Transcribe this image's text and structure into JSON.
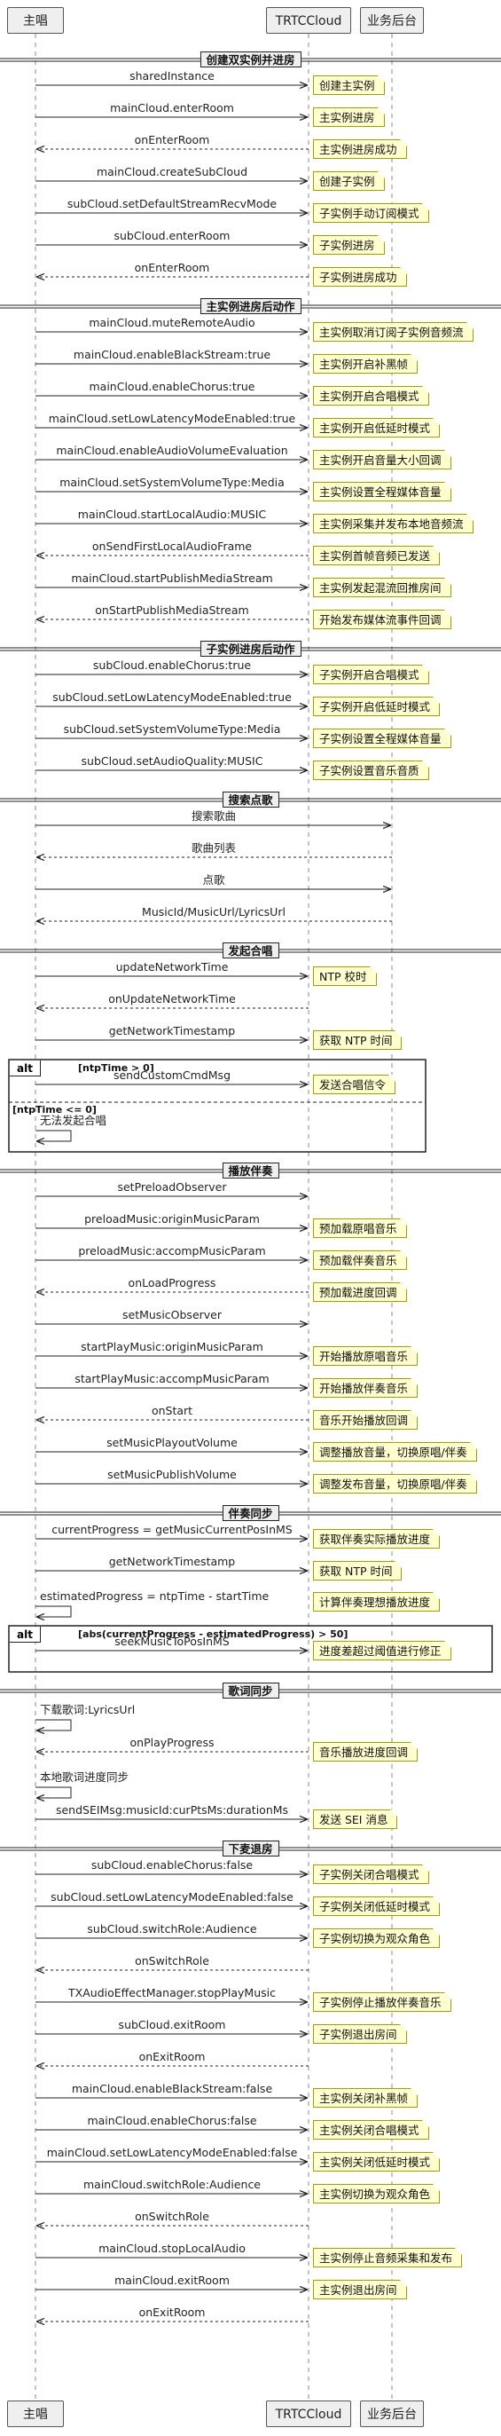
{
  "participants": [
    {
      "id": "main",
      "label": "主唱"
    },
    {
      "id": "trtc",
      "label": "TRTCCloud"
    },
    {
      "id": "biz",
      "label": "业务后台"
    }
  ],
  "sections": [
    {
      "title": "创建双实例并进房",
      "events": [
        {
          "t": "msg",
          "from": "main",
          "to": "trtc",
          "label": "sharedInstance",
          "note": "创建主实例"
        },
        {
          "t": "msg",
          "from": "main",
          "to": "trtc",
          "label": "mainCloud.enterRoom",
          "note": "主实例进房"
        },
        {
          "t": "msg",
          "from": "trtc",
          "to": "main",
          "dashed": true,
          "label": "onEnterRoom",
          "note": "主实例进房成功"
        },
        {
          "t": "msg",
          "from": "main",
          "to": "trtc",
          "label": "mainCloud.createSubCloud",
          "note": "创建子实例"
        },
        {
          "t": "msg",
          "from": "main",
          "to": "trtc",
          "label": "subCloud.setDefaultStreamRecvMode",
          "note": "子实例手动订阅模式"
        },
        {
          "t": "msg",
          "from": "main",
          "to": "trtc",
          "label": "subCloud.enterRoom",
          "note": "子实例进房"
        },
        {
          "t": "msg",
          "from": "trtc",
          "to": "main",
          "dashed": true,
          "label": "onEnterRoom",
          "note": "子实例进房成功"
        }
      ]
    },
    {
      "title": "主实例进房后动作",
      "events": [
        {
          "t": "msg",
          "from": "main",
          "to": "trtc",
          "label": "mainCloud.muteRemoteAudio",
          "note": "主实例取消订阅子实例音频流"
        },
        {
          "t": "msg",
          "from": "main",
          "to": "trtc",
          "label": "mainCloud.enableBlackStream:true",
          "note": "主实例开启补黑帧"
        },
        {
          "t": "msg",
          "from": "main",
          "to": "trtc",
          "label": "mainCloud.enableChorus:true",
          "note": "主实例开启合唱模式"
        },
        {
          "t": "msg",
          "from": "main",
          "to": "trtc",
          "label": "mainCloud.setLowLatencyModeEnabled:true",
          "note": "主实例开启低延时模式"
        },
        {
          "t": "msg",
          "from": "main",
          "to": "trtc",
          "label": "mainCloud.enableAudioVolumeEvaluation",
          "note": "主实例开启音量大小回调"
        },
        {
          "t": "msg",
          "from": "main",
          "to": "trtc",
          "label": "mainCloud.setSystemVolumeType:Media",
          "note": "主实例设置全程媒体音量"
        },
        {
          "t": "msg",
          "from": "main",
          "to": "trtc",
          "label": "mainCloud.startLocalAudio:MUSIC",
          "note": "主实例采集并发布本地音频流"
        },
        {
          "t": "msg",
          "from": "trtc",
          "to": "main",
          "dashed": true,
          "label": "onSendFirstLocalAudioFrame",
          "note": "主实例首帧音频已发送"
        },
        {
          "t": "msg",
          "from": "main",
          "to": "trtc",
          "label": "mainCloud.startPublishMediaStream",
          "note": "主实例发起混流回推房间"
        },
        {
          "t": "msg",
          "from": "trtc",
          "to": "main",
          "dashed": true,
          "label": "onStartPublishMediaStream",
          "note": "开始发布媒体流事件回调"
        }
      ]
    },
    {
      "title": "子实例进房后动作",
      "events": [
        {
          "t": "msg",
          "from": "main",
          "to": "trtc",
          "label": "subCloud.enableChorus:true",
          "note": "子实例开启合唱模式"
        },
        {
          "t": "msg",
          "from": "main",
          "to": "trtc",
          "label": "subCloud.setLowLatencyModeEnabled:true",
          "note": "子实例开启低延时模式"
        },
        {
          "t": "msg",
          "from": "main",
          "to": "trtc",
          "label": "subCloud.setSystemVolumeType:Media",
          "note": "子实例设置全程媒体音量"
        },
        {
          "t": "msg",
          "from": "main",
          "to": "trtc",
          "label": "subCloud.setAudioQuality:MUSIC",
          "note": "子实例设置音乐音质"
        }
      ]
    },
    {
      "title": "搜索点歌",
      "events": [
        {
          "t": "msg",
          "from": "main",
          "to": "biz",
          "label": "搜索歌曲"
        },
        {
          "t": "msg",
          "from": "biz",
          "to": "main",
          "dashed": true,
          "label": "歌曲列表"
        },
        {
          "t": "msg",
          "from": "main",
          "to": "biz",
          "label": "点歌"
        },
        {
          "t": "msg",
          "from": "biz",
          "to": "main",
          "dashed": true,
          "label": "MusicId/MusicUrl/LyricsUrl"
        }
      ]
    },
    {
      "title": "发起合唱",
      "events": [
        {
          "t": "msg",
          "from": "main",
          "to": "trtc",
          "label": "updateNetworkTime",
          "note": "NTP 校时"
        },
        {
          "t": "msg",
          "from": "trtc",
          "to": "main",
          "dashed": true,
          "label": "onUpdateNetworkTime"
        },
        {
          "t": "msg",
          "from": "main",
          "to": "trtc",
          "label": "getNetworkTimestamp",
          "note": "获取 NTP 时间"
        },
        {
          "t": "alt",
          "tag": "alt",
          "branches": [
            {
              "cond": "[ntpTime > 0]",
              "events": [
                {
                  "t": "msg",
                  "from": "main",
                  "to": "trtc",
                  "label": "sendCustomCmdMsg",
                  "note": "发送合唱信令"
                }
              ]
            },
            {
              "cond": "[ntpTime <= 0]",
              "events": [
                {
                  "t": "self",
                  "label": "无法发起合唱"
                }
              ]
            }
          ]
        }
      ]
    },
    {
      "title": "播放伴奏",
      "events": [
        {
          "t": "msg",
          "from": "main",
          "to": "trtc",
          "label": "setPreloadObserver"
        },
        {
          "t": "msg",
          "from": "main",
          "to": "trtc",
          "label": "preloadMusic:originMusicParam",
          "note": "预加载原唱音乐"
        },
        {
          "t": "msg",
          "from": "main",
          "to": "trtc",
          "label": "preloadMusic:accompMusicParam",
          "note": "预加载伴奏音乐"
        },
        {
          "t": "msg",
          "from": "trtc",
          "to": "main",
          "dashed": true,
          "label": "onLoadProgress",
          "note": "预加载进度回调"
        },
        {
          "t": "msg",
          "from": "main",
          "to": "trtc",
          "label": "setMusicObserver"
        },
        {
          "t": "msg",
          "from": "main",
          "to": "trtc",
          "label": "startPlayMusic:originMusicParam",
          "note": "开始播放原唱音乐"
        },
        {
          "t": "msg",
          "from": "main",
          "to": "trtc",
          "label": "startPlayMusic:accompMusicParam",
          "note": "开始播放伴奏音乐"
        },
        {
          "t": "msg",
          "from": "trtc",
          "to": "main",
          "dashed": true,
          "label": "onStart",
          "note": "音乐开始播放回调"
        },
        {
          "t": "msg",
          "from": "main",
          "to": "trtc",
          "label": "setMusicPlayoutVolume",
          "note": "调整播放音量，切换原唱/伴奏"
        },
        {
          "t": "msg",
          "from": "main",
          "to": "trtc",
          "label": "setMusicPublishVolume",
          "note": "调整发布音量，切换原唱/伴奏"
        }
      ]
    },
    {
      "title": "伴奏同步",
      "events": [
        {
          "t": "msg",
          "from": "main",
          "to": "trtc",
          "label": "currentProgress = getMusicCurrentPosInMS",
          "note": "获取伴奏实际播放进度"
        },
        {
          "t": "msg",
          "from": "main",
          "to": "trtc",
          "label": "getNetworkTimestamp",
          "note": "获取 NTP 时间"
        },
        {
          "t": "self",
          "label": "estimatedProgress = ntpTime - startTime",
          "note": "计算伴奏理想播放进度"
        },
        {
          "t": "alt",
          "tag": "alt",
          "branches": [
            {
              "cond": "[abs(currentProgress - estimatedProgress) > 50]",
              "events": [
                {
                  "t": "msg",
                  "from": "main",
                  "to": "trtc",
                  "label": "seekMusicToPosInMS",
                  "note": "进度差超过阈值进行修正"
                }
              ]
            }
          ]
        }
      ]
    },
    {
      "title": "歌词同步",
      "events": [
        {
          "t": "self",
          "label": "下载歌词:LyricsUrl"
        },
        {
          "t": "msg",
          "from": "trtc",
          "to": "main",
          "dashed": true,
          "label": "onPlayProgress",
          "note": "音乐播放进度回调"
        },
        {
          "t": "self",
          "label": "本地歌词进度同步"
        },
        {
          "t": "msg",
          "from": "main",
          "to": "trtc",
          "label": "sendSEIMsg:musicId:curPtsMs:durationMs",
          "note": "发送 SEI 消息"
        }
      ]
    },
    {
      "title": "下麦退房",
      "events": [
        {
          "t": "msg",
          "from": "main",
          "to": "trtc",
          "label": "subCloud.enableChorus:false",
          "note": "子实例关闭合唱模式"
        },
        {
          "t": "msg",
          "from": "main",
          "to": "trtc",
          "label": "subCloud.setLowLatencyModeEnabled:false",
          "note": "子实例关闭低延时模式"
        },
        {
          "t": "msg",
          "from": "main",
          "to": "trtc",
          "label": "subCloud.switchRole:Audience",
          "note": "子实例切换为观众角色"
        },
        {
          "t": "msg",
          "from": "trtc",
          "to": "main",
          "dashed": true,
          "label": "onSwitchRole"
        },
        {
          "t": "msg",
          "from": "main",
          "to": "trtc",
          "label": "TXAudioEffectManager.stopPlayMusic",
          "note": "子实例停止播放伴奏音乐"
        },
        {
          "t": "msg",
          "from": "main",
          "to": "trtc",
          "label": "subCloud.exitRoom",
          "note": "子实例退出房间"
        },
        {
          "t": "msg",
          "from": "trtc",
          "to": "main",
          "dashed": true,
          "label": "onExitRoom"
        },
        {
          "t": "msg",
          "from": "main",
          "to": "trtc",
          "label": "mainCloud.enableBlackStream:false",
          "note": "主实例关闭补黑帧"
        },
        {
          "t": "msg",
          "from": "main",
          "to": "trtc",
          "label": "mainCloud.enableChorus:false",
          "note": "主实例关闭合唱模式"
        },
        {
          "t": "msg",
          "from": "main",
          "to": "trtc",
          "label": "mainCloud.setLowLatencyModeEnabled:false",
          "note": "主实例关闭低延时模式"
        },
        {
          "t": "msg",
          "from": "main",
          "to": "trtc",
          "label": "mainCloud.switchRole:Audience",
          "note": "主实例切换为观众角色"
        },
        {
          "t": "msg",
          "from": "trtc",
          "to": "main",
          "dashed": true,
          "label": "onSwitchRole"
        },
        {
          "t": "msg",
          "from": "main",
          "to": "trtc",
          "label": "mainCloud.stopLocalAudio",
          "note": "主实例停止音频采集和发布"
        },
        {
          "t": "msg",
          "from": "main",
          "to": "trtc",
          "label": "mainCloud.exitRoom",
          "note": "主实例退出房间"
        },
        {
          "t": "msg",
          "from": "trtc",
          "to": "main",
          "dashed": true,
          "label": "onExitRoom"
        }
      ]
    }
  ]
}
